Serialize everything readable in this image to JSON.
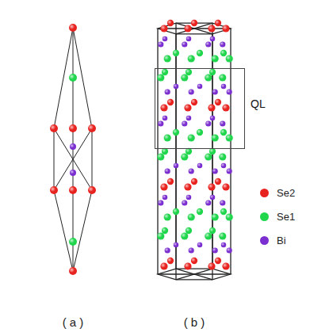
{
  "diagram": {
    "nodes": [
      {
        "text": [
          "QL"
        ]
      }
    ],
    "labels": [
      "( a )",
      "( b )"
    ],
    "legend": [
      {
        "text": "Se2",
        "color": "#e8231f"
      },
      {
        "text": "Se1",
        "color": "#1fd64c"
      },
      {
        "text": "Bi",
        "color": "#7b2fd0"
      }
    ]
  }
}
